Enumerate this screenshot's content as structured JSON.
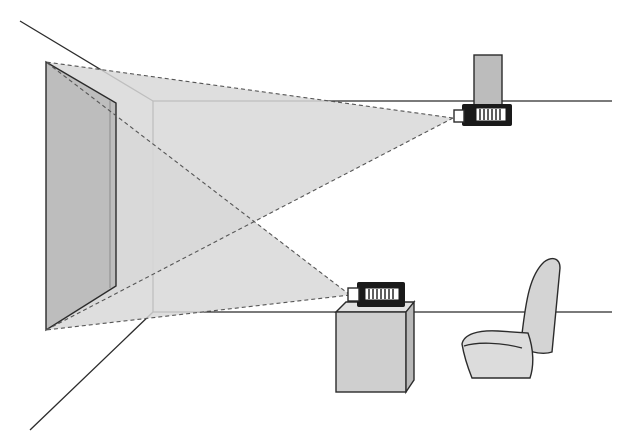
{
  "diagram": {
    "kind": "projector-installation-illustration",
    "labels": [],
    "colors": {
      "background": "#ffffff",
      "line": "#2b2b2b",
      "beam": "#d8d8d8",
      "screen": "#bdbdbd",
      "box": "#cfcfcf",
      "chair": "#d4d4d4",
      "projector_body": "#1a1a1a",
      "mount": "#bcbcbc"
    },
    "parts": [
      "room-corner-lines",
      "projection-screen",
      "ceiling-projector",
      "ceiling-mount",
      "ceiling-beam",
      "table-projector",
      "table-beam",
      "stand-box",
      "chair"
    ]
  }
}
